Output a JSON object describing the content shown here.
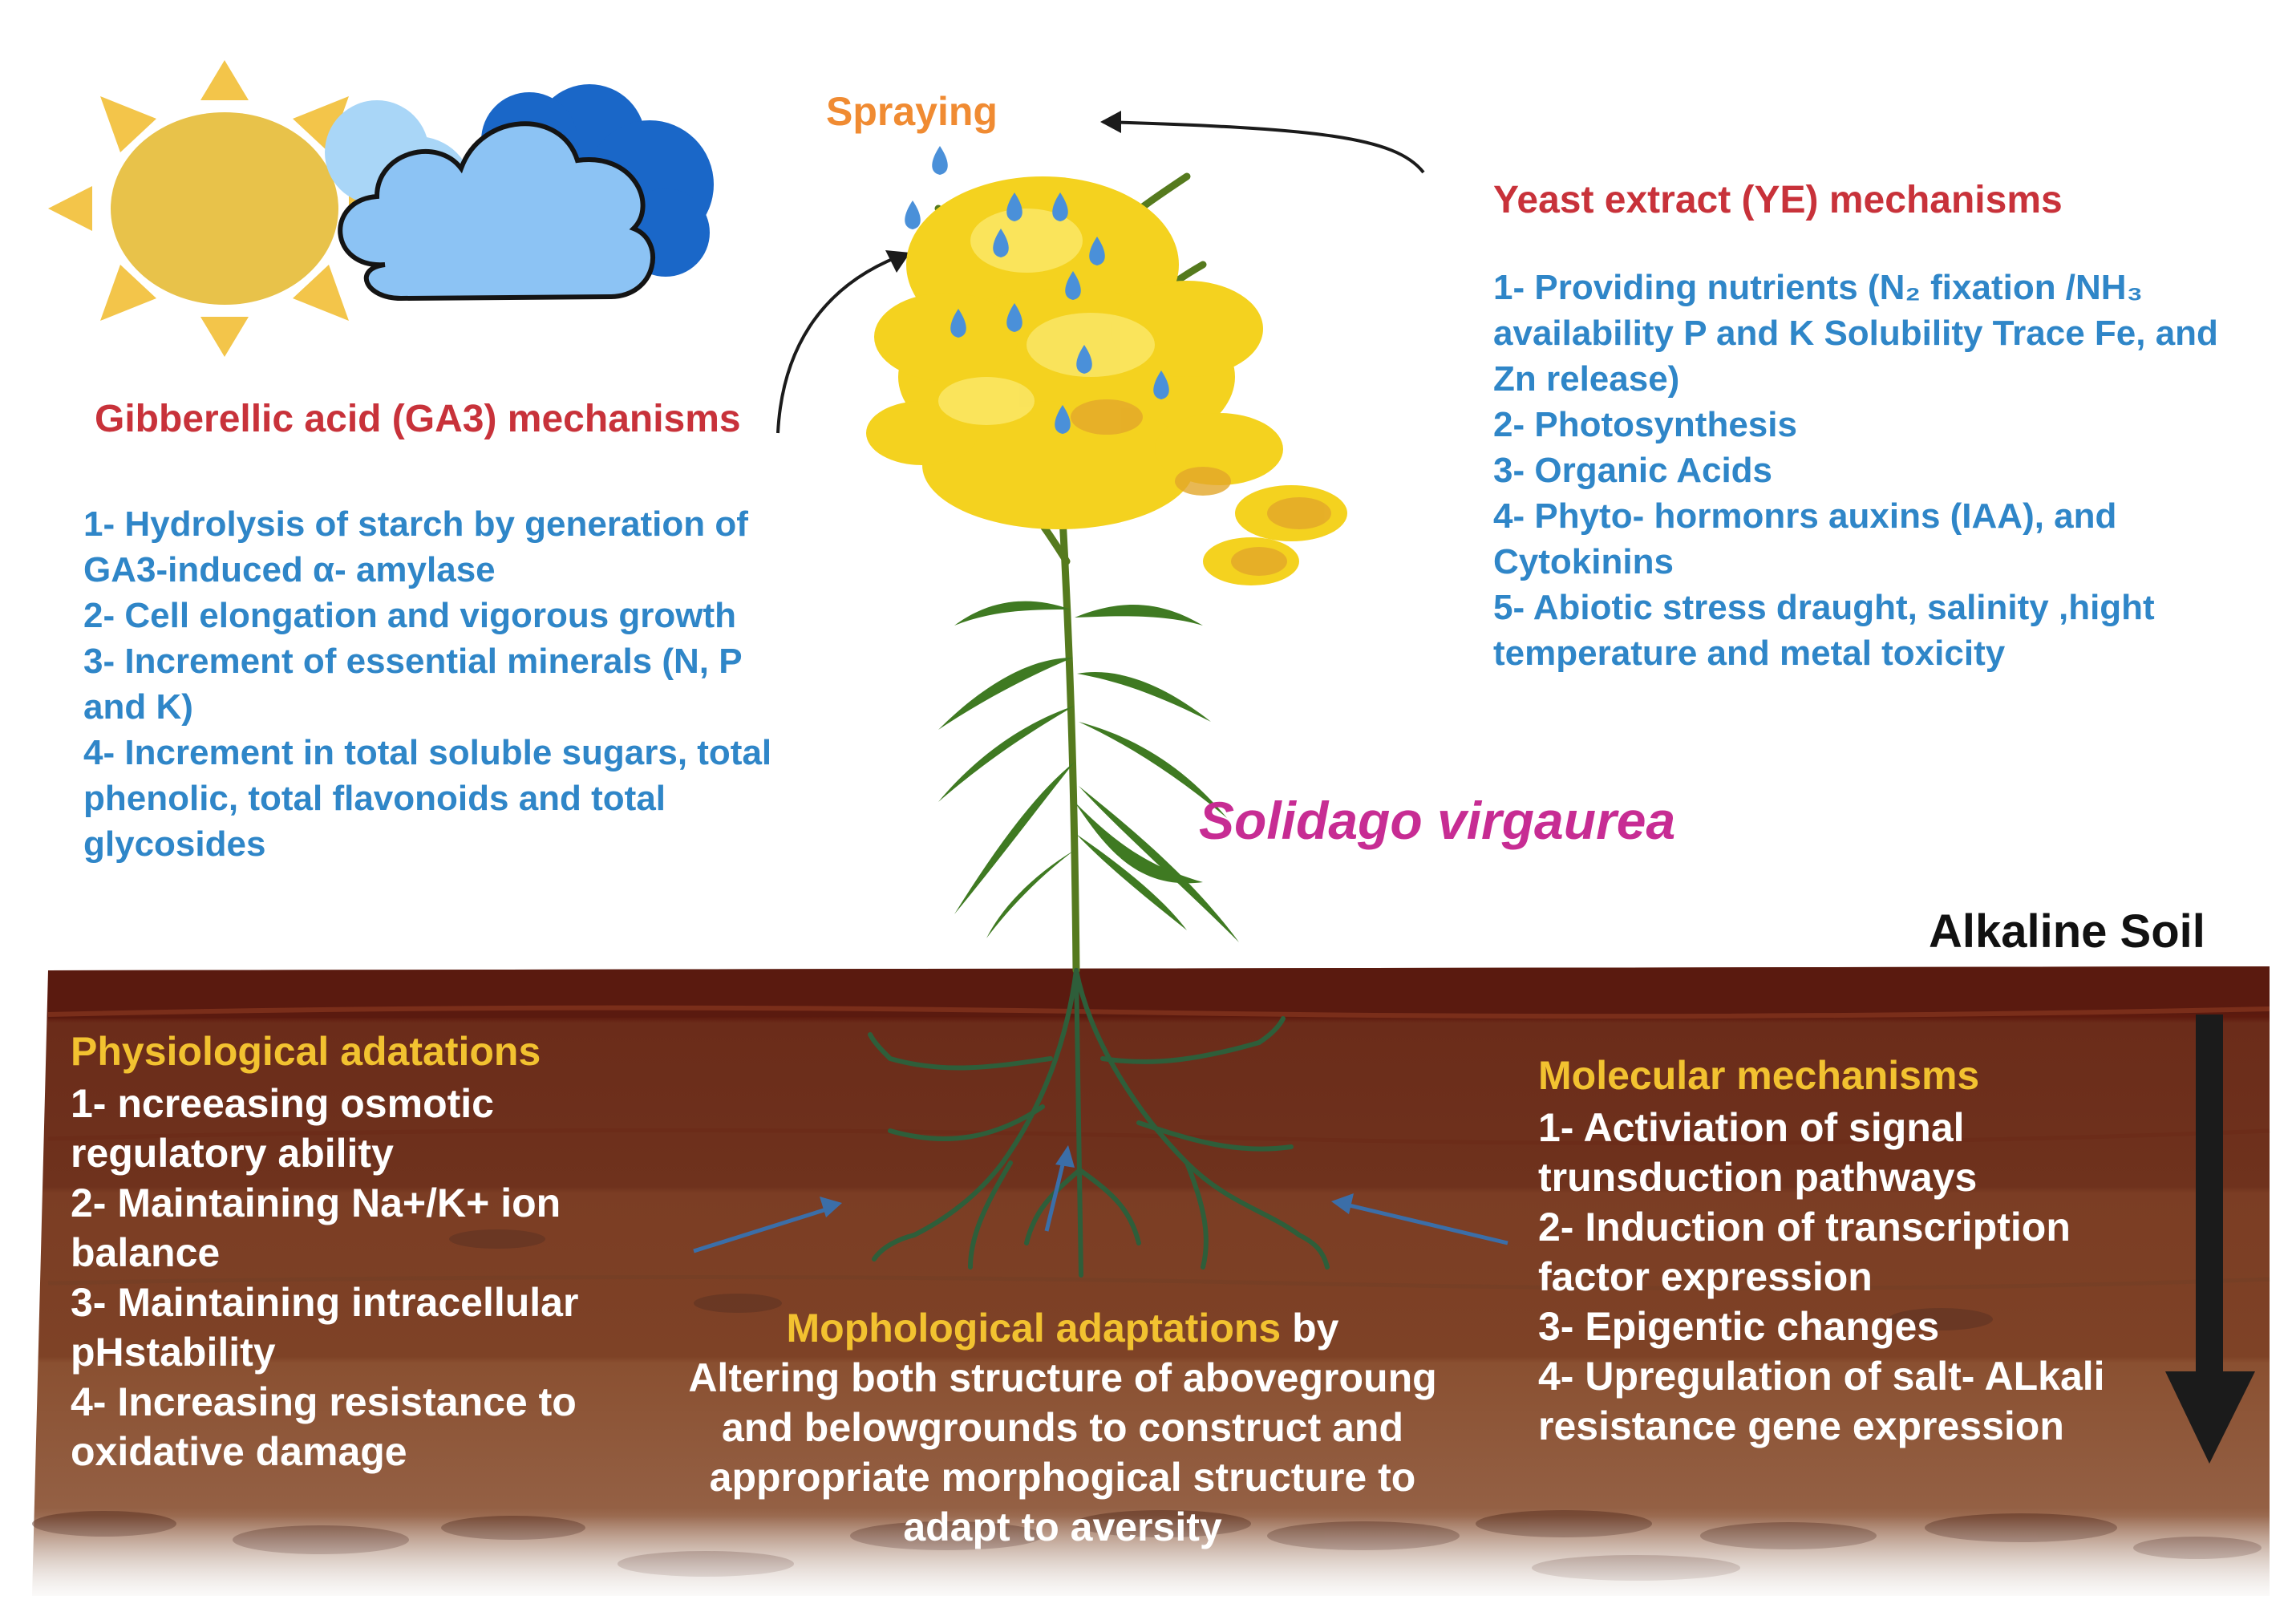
{
  "spraying_label": "Spraying",
  "species_name": "Solidago virgaurea",
  "soil_label": "Alkaline Soil",
  "ga3": {
    "title": "Gibberellic acid (GA3) mechanisms",
    "items": [
      "1- Hydrolysis of starch by generation of GA3-induced α- amylase",
      "2- Cell elongation and vigorous growth",
      "3- Increment of essential minerals (N, P and K)",
      "4- Increment in total soluble sugars, total phenolic, total flavonoids and total glycosides"
    ]
  },
  "ye": {
    "title": "Yeast extract (YE) mechanisms",
    "items": [
      "1- Providing nutrients (N₂ fixation /NH₃ availability P and K Solubility Trace Fe, and Zn release)",
      "2- Photosynthesis",
      "3- Organic Acids",
      "4- Phyto- hormonrs auxins (IAA), and Cytokinins",
      " 5- Abiotic stress draught, salinity ,hight temperature and metal toxicity"
    ]
  },
  "physiological": {
    "title": "Physiological adatations",
    "items": [
      " 1- ncreeasing osmotic regulatory ability",
      "2- Maintaining Na+/K+ ion balance",
      "3- Maintaining intracellular pHstability",
      "4- Increasing resistance to oxidative damage"
    ]
  },
  "morphological": {
    "title": "Mophological adaptations",
    "title_suffix": " by",
    "body": "Altering  both structure of abovegroung and belowgrounds to construct and appropriate morphogical structure to adapt to aversity"
  },
  "molecular": {
    "title": "Molecular mechanisms",
    "items": [
      "1- Activiation of signal trunsduction pathways",
      "2- Induction of transcription factor expression",
      "3- Epigentic changes",
      "4- Upregulation of salt- ALkali resistance gene expression"
    ]
  },
  "colors": {
    "heading_red": "#c8323a",
    "list_blue": "#2f86c8",
    "heading_yellow": "#f2c230",
    "species_magenta": "#c72c93",
    "spray_orange": "#f08b32",
    "soil_top": "#5e1a0e",
    "soil_mid": "#7a3b22",
    "soil_low": "#8a5234",
    "sun": "#e8c24a",
    "cloud_light": "#8cc3f4",
    "cloud_dark": "#1a67c8"
  },
  "icons": [
    "sun-icon",
    "cloud-icon",
    "droplet-icon",
    "arrow-icon",
    "plant-illustration"
  ]
}
